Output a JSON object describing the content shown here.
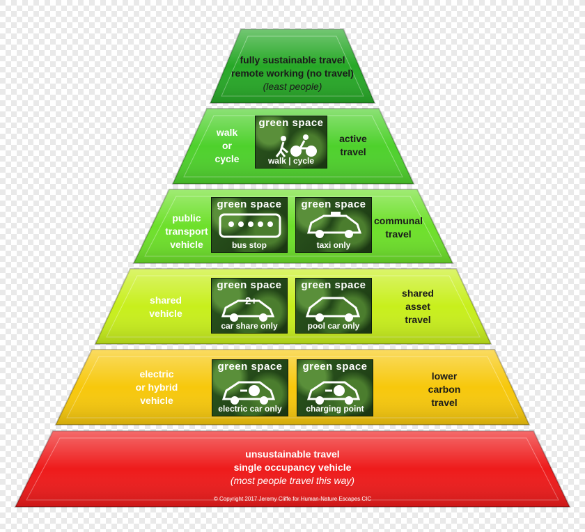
{
  "tiers": {
    "t1": {
      "line1": "fully sustainable travel",
      "line2": "remote working (no travel)",
      "line3": "(least people)",
      "color": "#27a827"
    },
    "t2": {
      "left": [
        "walk",
        "or",
        "cycle"
      ],
      "right": [
        "active",
        "travel"
      ],
      "color": "#4ed12c"
    },
    "t3": {
      "left": [
        "public",
        "transport",
        "vehicle"
      ],
      "right": [
        "communal",
        "travel"
      ],
      "color": "#6de02a"
    },
    "t4": {
      "left": [
        "shared",
        "vehicle"
      ],
      "right": [
        "shared",
        "asset",
        "travel"
      ],
      "color": "#c8ef1c"
    },
    "t5": {
      "left": [
        "electric",
        "or hybrid",
        "vehicle"
      ],
      "right": [
        "lower",
        "carbon",
        "travel"
      ],
      "color": "#f7c80c"
    },
    "t6": {
      "line1": "unsustainable travel",
      "line2": "single occupancy vehicle",
      "line3": "(most people travel this way)",
      "color": "#ee1b1b"
    }
  },
  "signs": {
    "brand": "green space",
    "walk": "walk  |  cycle",
    "bus": "bus stop",
    "taxi": "taxi only",
    "carshare": "car share only",
    "carshare_badge": "2+",
    "pool": "pool car only",
    "electric": "electric car only",
    "charging": "charging point"
  },
  "copyright": "© Copyright 2017 Jeremy Cliffe for Human-Nature Escapes CIC"
}
